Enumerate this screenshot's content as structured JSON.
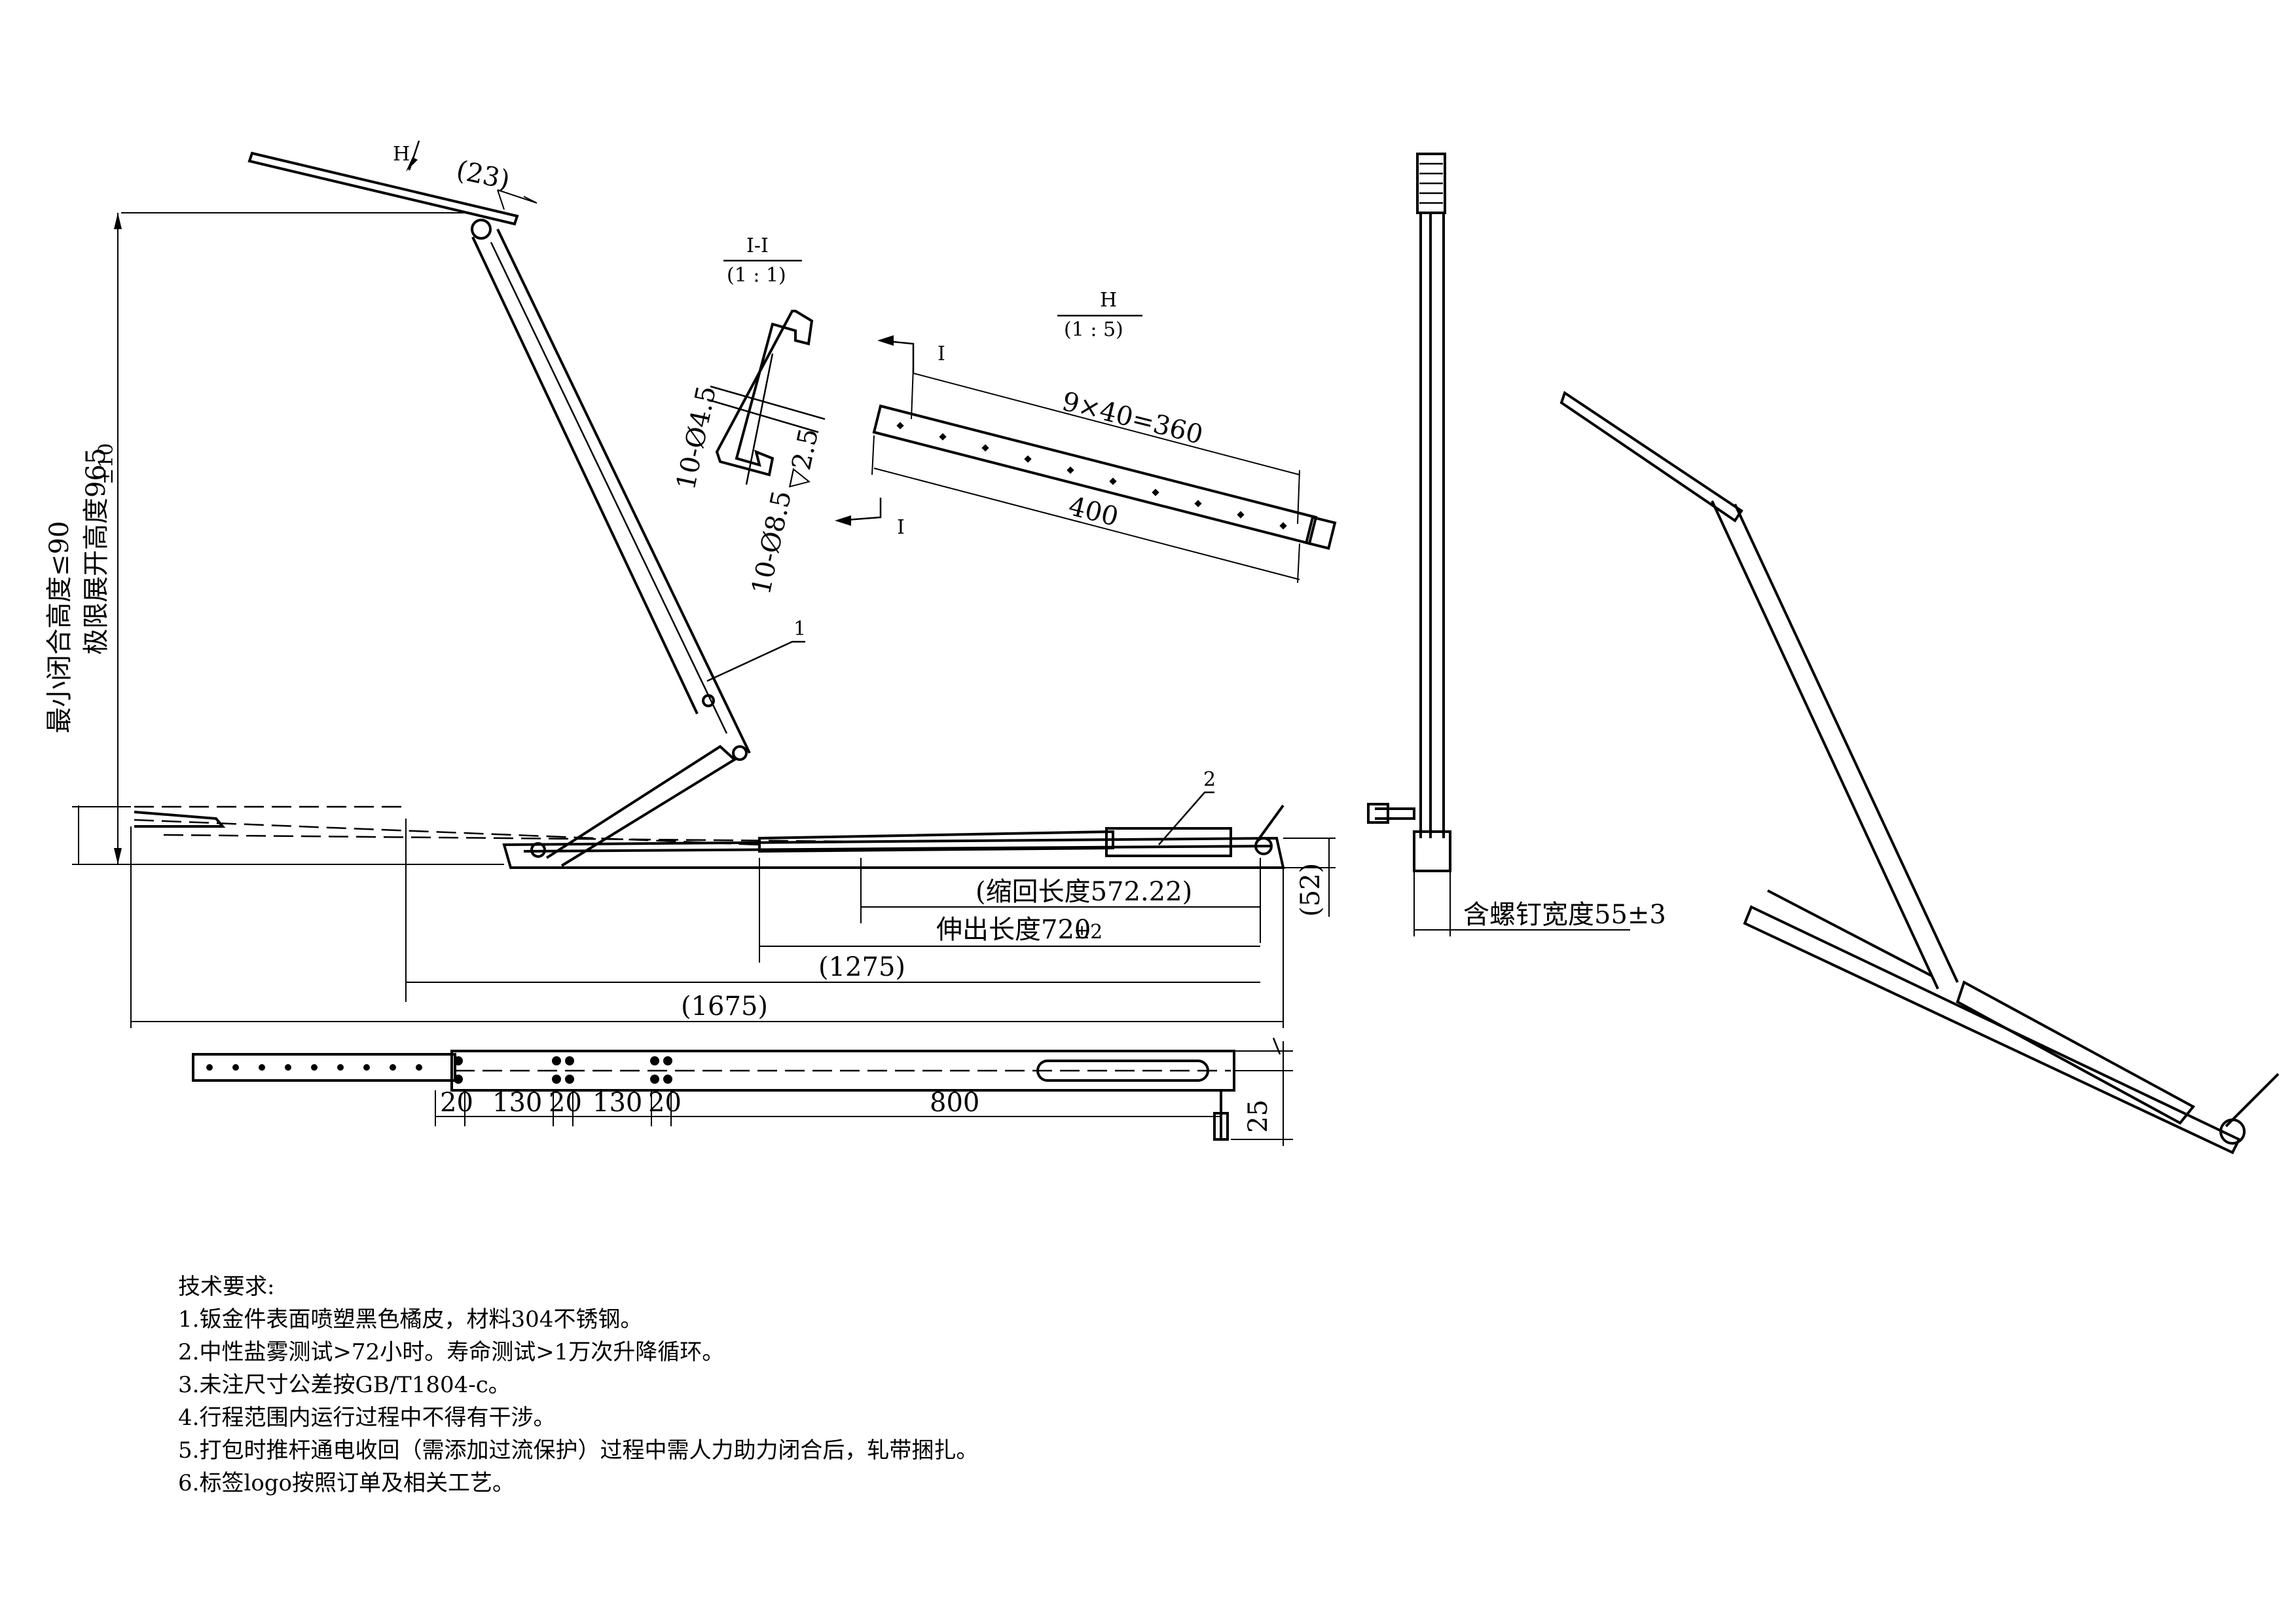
{
  "dimensions": {
    "top_offset": "(23)",
    "min_closed_height": "最小闭合高度≤90",
    "max_open_height": "极限展开高度965",
    "max_open_tol": "±10",
    "retracted_length": "(缩回长度572.22)",
    "extended_length": "伸出长度720",
    "extended_tol": "±2",
    "len_1275": "(1275)",
    "len_1675": "(1675)",
    "height_52": "(52)",
    "width_with_screw": "含螺钉宽度55±3",
    "plan_20a": "20",
    "plan_130a": "130",
    "plan_20b": "20",
    "plan_130b": "130",
    "plan_20c": "20",
    "plan_800": "800",
    "plan_25": "25"
  },
  "labels": {
    "part_1": "1",
    "part_2": "2",
    "arrow_h": "H",
    "section_i_top": "I",
    "section_i_bottom": "I"
  },
  "section_ii": {
    "title": "I-I",
    "scale": "(1 : 1)",
    "hole_a": "10-Ø4.5",
    "hole_b": "10-Ø8.5",
    "depth": "▽2.5"
  },
  "detail_h": {
    "title": "H",
    "scale": "(1 : 5)",
    "pitch": "9×40=360",
    "length": "400"
  },
  "notes": {
    "heading": "技术要求:",
    "items": [
      "1.钣金件表面喷塑黑色橘皮，材料304不锈钢。",
      "2.中性盐雾测试>72小时。寿命测试>1万次升降循环。",
      "3.未注尺寸公差按GB/T1804-c。",
      "4.行程范围内运行过程中不得有干涉。",
      "5.打包时推杆通电收回（需添加过流保护）过程中需人力助力闭合后，轧带捆扎。",
      "6.标签logo按照订单及相关工艺。"
    ]
  }
}
